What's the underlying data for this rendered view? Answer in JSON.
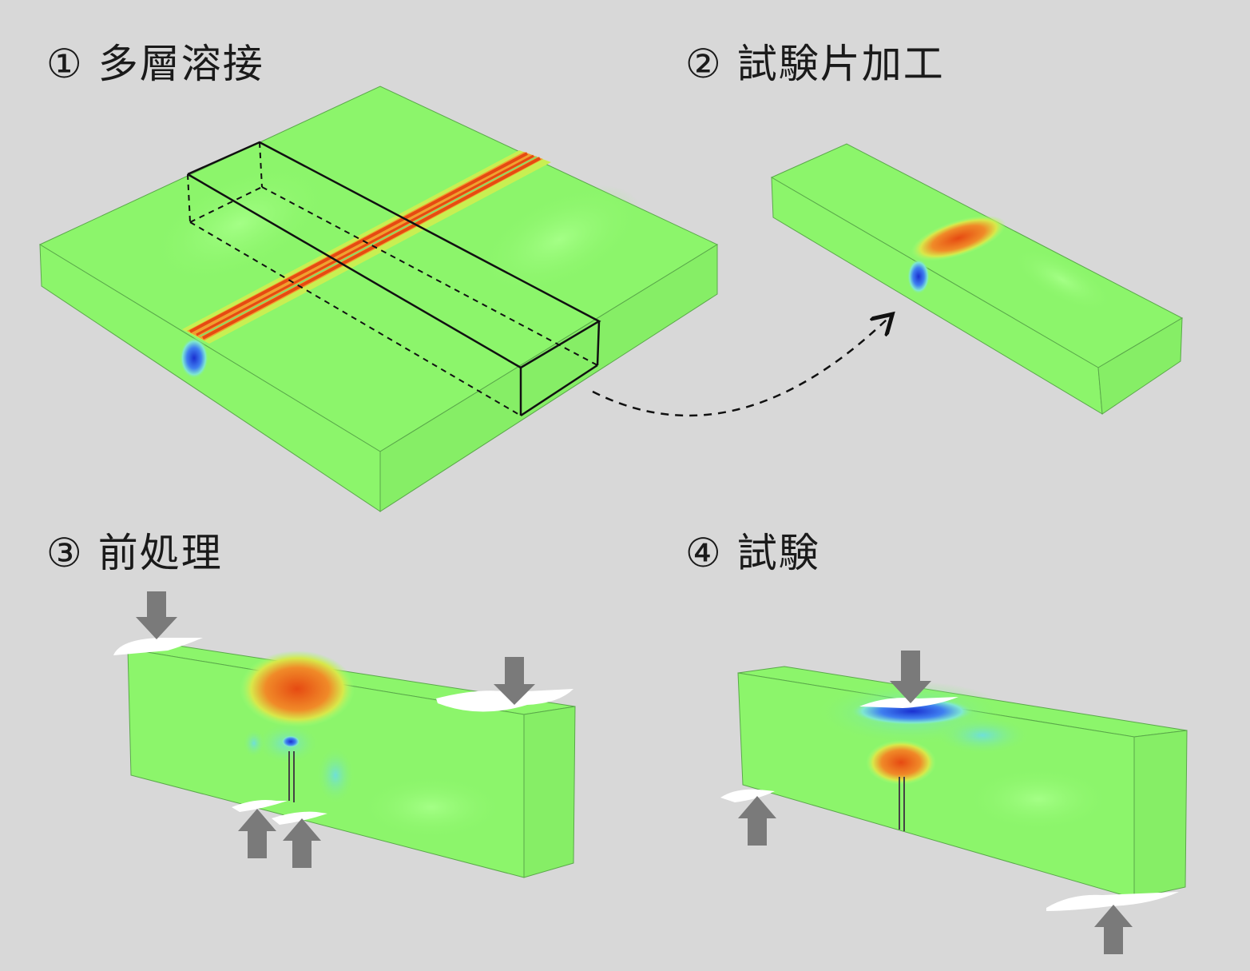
{
  "steps": [
    {
      "title": "① 多層溶接"
    },
    {
      "title": "② 試験片加工"
    },
    {
      "title": "③ 前処理"
    },
    {
      "title": "④ 試験"
    }
  ],
  "colors": {
    "background": "#d8d8d8",
    "base_green": "#8cf56b",
    "light_green": "#a0ff78",
    "yellow_green": "#c8ef52",
    "orange": "#f0a030",
    "red": "#e64a12",
    "blue": "#2244e0",
    "cyan": "#7fe8d0",
    "arrow_gray": "#7a7a7a"
  }
}
